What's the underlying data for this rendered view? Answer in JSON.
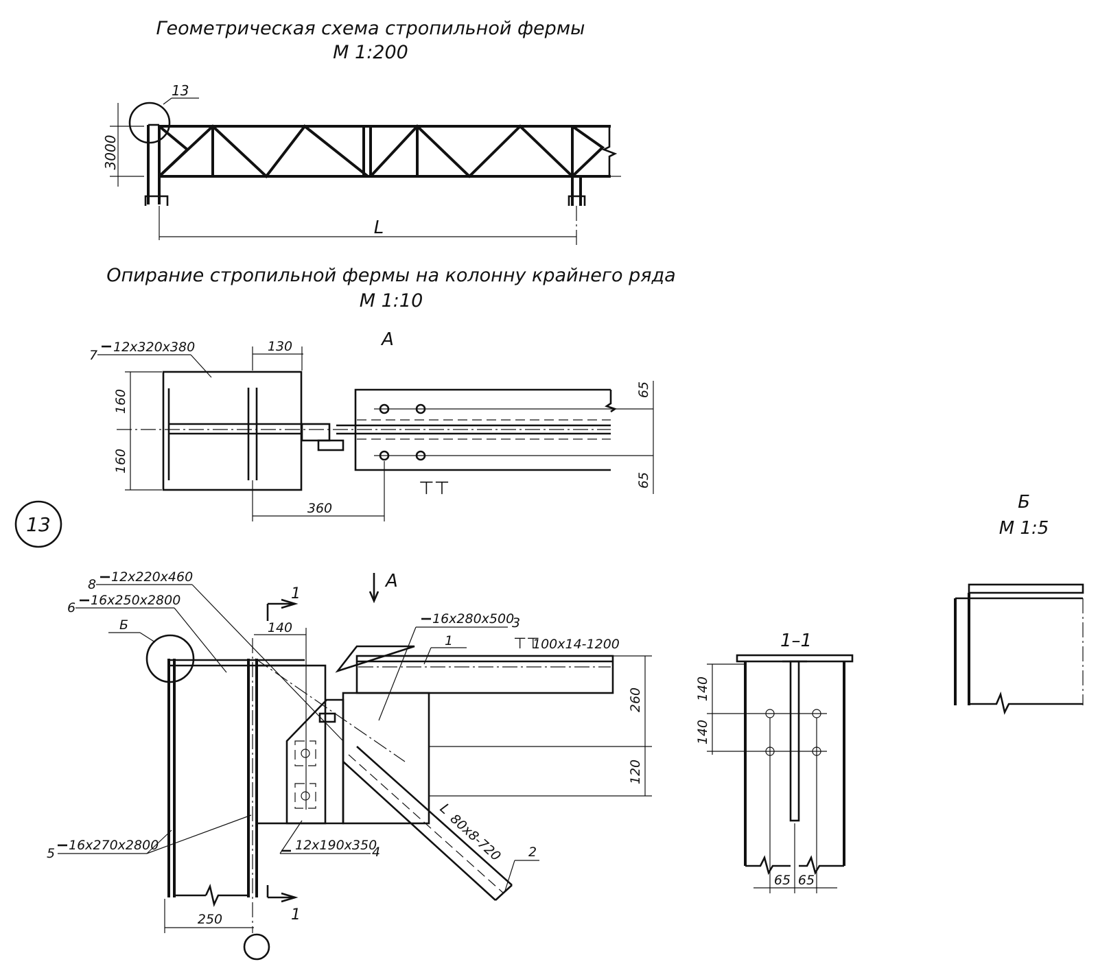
{
  "titles": {
    "truss_title": "Геометрическая схема стропильной фермы",
    "truss_scale": "М 1:200",
    "support_title": "Опирание стропильной фермы на колонну крайнего ряда",
    "support_scale": "М 1:10",
    "view_a": "А",
    "view_b": "Б",
    "view_b_scale": "М 1:5",
    "section_1_1": "1–1"
  },
  "node_markers": {
    "node_13": "13",
    "callout_13": "13",
    "callout_b": "Б"
  },
  "dimensions": {
    "truss_height": "3000",
    "span": "L",
    "plan_130": "130",
    "plan_160_top": "160",
    "plan_160_bottom": "160",
    "plan_360": "360",
    "plan_65_top": "65",
    "plan_65_bottom": "65",
    "elev_140": "140",
    "elev_260": "260",
    "elev_120": "120",
    "elev_250": "250",
    "sec_140_top": "140",
    "sec_140_bottom": "140",
    "sec_65_left": "65",
    "sec_65_right": "65"
  },
  "parts": {
    "p7_num": "7",
    "p7": "12x320x380",
    "p8_num": "8",
    "p8": "12x220x460",
    "p6_num": "6",
    "p6": "16x250x2800",
    "p5_num": "5",
    "p5": "16x270x2800",
    "p3": "16x280x500",
    "p3_num": "3",
    "p4": "12x190x350",
    "p4_num": "4",
    "p1": "100x14-1200",
    "p1_num": "1",
    "p2": "80x8-720",
    "p2_num": "2",
    "sec_mark_top": "1",
    "sec_mark_bottom": "1"
  }
}
